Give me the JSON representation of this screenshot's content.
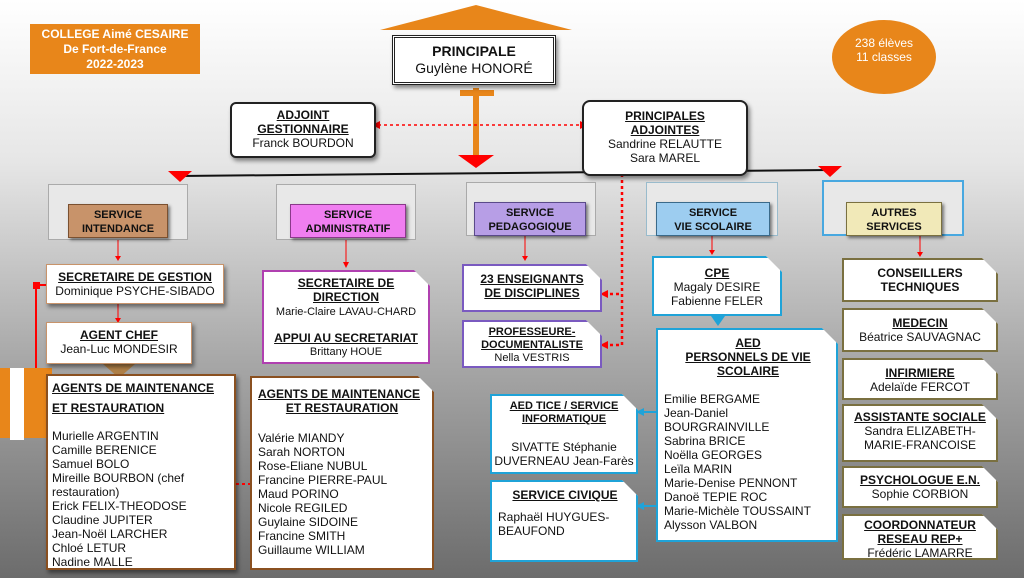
{
  "college": {
    "line1": "COLLEGE Aimé CESAIRE",
    "line2": "De Fort-de-France",
    "line3": "2022-2023"
  },
  "stats": {
    "students": "238 élèves",
    "classes": "11 classes"
  },
  "principal": {
    "title": "PRINCIPALE",
    "name": "Guylène HONORÉ"
  },
  "adjoint": {
    "title1": "ADJOINT",
    "title2": "GESTIONNAIRE",
    "name": "Franck BOURDON"
  },
  "adjointes": {
    "title1": "PRINCIPALES",
    "title2": "ADJOINTES",
    "name1": "Sandrine RELAUTTE",
    "name2": "Sara MAREL"
  },
  "services": {
    "intendance": {
      "l1": "SERVICE",
      "l2": "INTENDANCE"
    },
    "administratif": {
      "l1": "SERVICE",
      "l2": "ADMINISTRATIF"
    },
    "pedagogique": {
      "l1": "SERVICE",
      "l2": "PEDAGOGIQUE"
    },
    "vie_scolaire": {
      "l1": "SERVICE",
      "l2": "VIE SCOLAIRE"
    },
    "autres": {
      "l1": "AUTRES",
      "l2": "SERVICES"
    }
  },
  "intendance": {
    "secretaire": {
      "title": "SECRETAIRE DE GESTION",
      "name": "Dominique PSYCHE-SIBADO"
    },
    "agent_chef": {
      "title": "AGENT CHEF",
      "name": "Jean-Luc MONDESIR"
    },
    "agents": {
      "title1": "AGENTS DE MAINTENANCE",
      "title2": "ET RESTAURATION",
      "names": [
        "Murielle ARGENTIN",
        "Camille BERENICE",
        "Samuel BOLO",
        "Mireille BOURBON (chef restauration)",
        "Erick FELIX-THEODOSE",
        "Claudine JUPITER",
        "Jean-Noël LARCHER",
        "Chloé LETUR",
        "Nadine MALLE"
      ]
    }
  },
  "administratif": {
    "secretaire": {
      "title": "SECRETAIRE DE DIRECTION",
      "name": "Marie-Claire LAVAU-CHARD"
    },
    "appui": {
      "title": "APPUI AU SECRETARIAT",
      "name": "Brittany HOUE"
    },
    "agents": {
      "title1": "AGENTS DE MAINTENANCE",
      "title2": "ET RESTAURATION",
      "names": [
        "Valérie MIANDY",
        "Sarah NORTON",
        "Rose-Eliane NUBUL",
        "Francine PIERRE-PAUL",
        "Maud PORINO",
        "Nicole REGILED",
        "Guylaine SIDOINE",
        "Francine SMITH",
        "Guillaume WILLIAM"
      ]
    }
  },
  "pedagogique": {
    "enseignants": {
      "l1": "23 ENSEIGNANTS",
      "l2": "DE DISCIPLINES"
    },
    "doc": {
      "l1": "PROFESSEURE-",
      "l2": "DOCUMENTALISTE",
      "name": "Nella VESTRIS"
    },
    "tice": {
      "l1": "AED TICE / SERVICE",
      "l2": "INFORMATIQUE",
      "name1": "SIVATTE Stéphanie",
      "name2": "DUVERNEAU Jean-Farès"
    },
    "civique": {
      "title": "SERVICE CIVIQUE",
      "name1": "Raphaël HUYGUES-",
      "name2": "BEAUFOND"
    }
  },
  "vie_scolaire": {
    "cpe": {
      "title": "CPE",
      "name1": "Magaly DESIRE",
      "name2": "Fabienne FELER"
    },
    "aed": {
      "l1": "AED",
      "l2": "PERSONNELS DE VIE",
      "l3": "SCOLAIRE",
      "names": [
        "Emilie BERGAME",
        "Jean-Daniel",
        "BOURGRAINVILLE",
        "Sabrina BRICE",
        "Noëlla GEORGES",
        "Leïla MARIN",
        "Marie-Denise PENNONT",
        "Danoë TEPIE ROC",
        "Marie-Michèle TOUSSAINT",
        "Alysson VALBON"
      ]
    }
  },
  "autres": {
    "conseillers": {
      "l1": "CONSEILLERS",
      "l2": "TECHNIQUES"
    },
    "medecin": {
      "title": "MEDECIN",
      "name": "Béatrice SAUVAGNAC"
    },
    "infirmiere": {
      "title": "INFIRMIERE",
      "name": "Adelaïde FERCOT"
    },
    "social": {
      "title": "ASSISTANTE SOCIALE",
      "name1": "Sandra ELIZABETH-",
      "name2": "MARIE-FRANCOISE"
    },
    "psycho": {
      "title": "PSYCHOLOGUE E.N.",
      "name": "Sophie CORBION"
    },
    "rep": {
      "l1": "COORDONNATEUR",
      "l2": "RESEAU REP+",
      "name": "Frédéric LAMARRE"
    }
  },
  "colors": {
    "orange": "#e8861a",
    "red": "#ff0000",
    "intendance": "#c8936a",
    "administratif": "#f07ef0",
    "pedagogique": "#b79ee6",
    "vie_scolaire": "#9dcdf0",
    "autres": "#f1e9b8",
    "cyan": "#1fa3d8"
  }
}
